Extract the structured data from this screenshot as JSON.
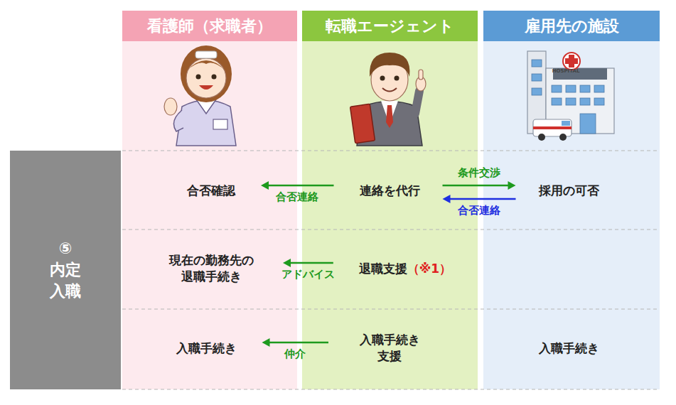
{
  "diagram": {
    "nodes": [
      {
        "text": [
          "看護師（求職者）"
        ]
      },
      {
        "text": [
          "転職エージェント"
        ]
      },
      {
        "text": [
          "雇用先の施設"
        ]
      },
      {
        "text": [
          "⑤",
          "内定 入職"
        ]
      },
      {
        "text": [
          "合否確認"
        ],
        "in": 0
      },
      {
        "text": [
          "連絡を代行"
        ],
        "in": 1
      },
      {
        "text": [
          "採用の可否"
        ],
        "in": 2
      },
      {
        "text": [
          "現在の勤務先の 退職手続き"
        ],
        "in": 0
      },
      {
        "text": [
          "退職支援",
          "（※1）"
        ],
        "in": 1
      },
      {
        "text": [
          "入職手続き"
        ],
        "in": 0
      },
      {
        "text": [
          "入職手続き 支援"
        ],
        "in": 1
      },
      {
        "text": [
          "入職手続き"
        ],
        "in": 2
      }
    ],
    "edges": [
      {
        "from": 5,
        "to": 4,
        "label": "合否連絡",
        "arrow": "to"
      },
      {
        "from": 5,
        "to": 6,
        "label": "条件交渉",
        "arrow": "to"
      },
      {
        "from": 6,
        "to": 5,
        "label": "合否連絡",
        "arrow": "to"
      },
      {
        "from": 8,
        "to": 7,
        "label": "アドバイス",
        "arrow": "to"
      },
      {
        "from": 10,
        "to": 9,
        "label": "仲介",
        "arrow": "to"
      }
    ],
    "labels": [
      "HOSPITAL"
    ]
  }
}
